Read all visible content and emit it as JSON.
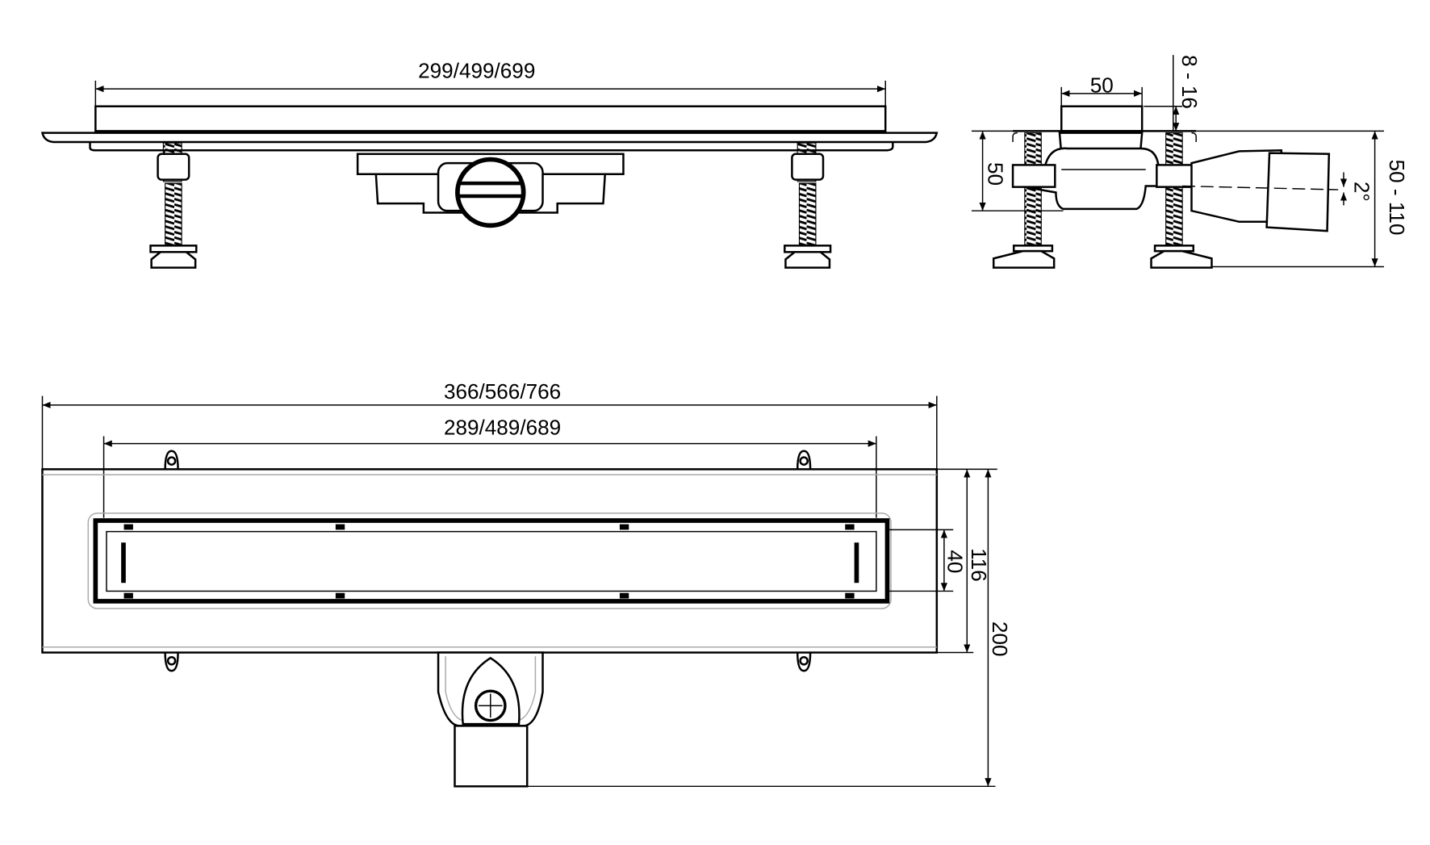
{
  "front_view": {
    "grate_length_label": "299/499/699"
  },
  "side_view": {
    "grate_width_label": "50",
    "grate_height_adjust_label": "8 - 16",
    "body_height_label": "50",
    "total_height_label": "50 - 110",
    "slope_label": "2°"
  },
  "plan_view": {
    "overall_length_label": "366/566/766",
    "grate_opening_label": "289/489/689",
    "slot_width_label": "40",
    "body_width_label": "116",
    "overall_depth_label": "200"
  }
}
